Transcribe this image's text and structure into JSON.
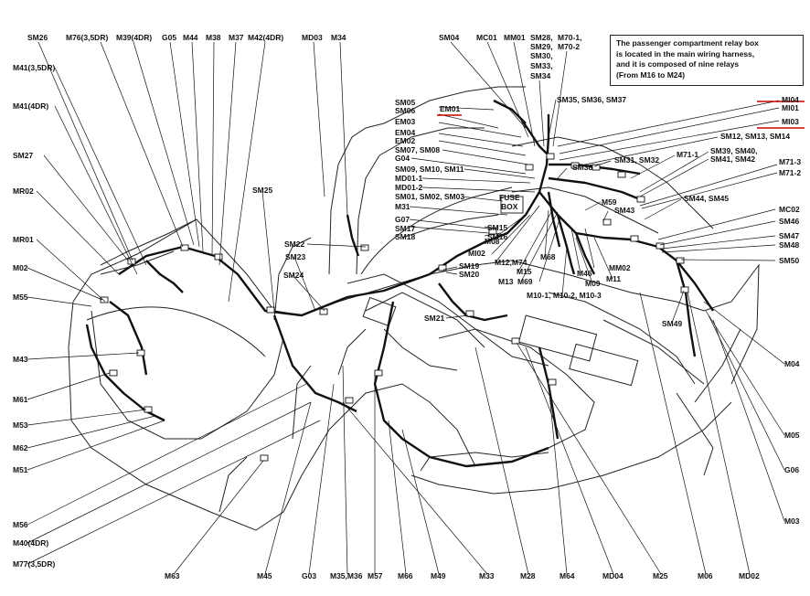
{
  "note": {
    "lines": [
      "The passenger compartment relay box",
      "is located in the main wiring harness,",
      "and it is composed of nine relays",
      "(From M16 to M24)"
    ]
  },
  "box_labels": {
    "fuse_box_1": "FUSE",
    "fuse_box_2": "BOX"
  },
  "labels": {
    "SM26": "SM26",
    "M76": "M76(3,5DR)",
    "M39": "M39(4DR)",
    "G05": "G05",
    "M44": "M44",
    "M38": "M38",
    "M37": "M37",
    "M42": "M42(4DR)",
    "MD03": "MD03",
    "M34": "M34",
    "SM04": "SM04",
    "MC01": "MC01",
    "MM01": "MM01",
    "SM28a": "SM28,",
    "SM29": "SM29,",
    "SM30": "SM30,",
    "SM33": "SM33,",
    "SM34": "SM34",
    "M70a": "M70-1,",
    "M70b": "M70-2",
    "M41_35": "M41(3,5DR)",
    "M41_4": "M41(4DR)",
    "SM05": "SM05",
    "SM06": "SM06",
    "EM01": "EM01",
    "SM35": "SM35, SM36, SM37",
    "MI04": "MI04",
    "MI01": "MI01",
    "MI03": "MI03",
    "EM03": "EM03",
    "EM04": "EM04",
    "EM02": "EM02",
    "SM12": "SM12, SM13, SM14",
    "SM07": "SM07, SM08",
    "G04": "G04",
    "SM31": "SM31, SM32",
    "M71_1": "M71-1",
    "SM39": "SM39, SM40,",
    "SM41": "SM41, SM42",
    "M71_3": "M71-3",
    "M71_2": "M71-2",
    "SM27": "SM27",
    "SM09": "SM09, SM10, SM11",
    "MD01_1": "MD01-1",
    "MD01_2": "MD01-2",
    "SM38": "SM38",
    "SM01": "SM01, SM02, SM03",
    "MR02": "MR02",
    "SM25": "SM25",
    "M31": "M31",
    "M59": "M59",
    "SM44": "SM44, SM45",
    "SM43": "SM43",
    "MC02": "MC02",
    "G07": "G07",
    "SM15": "SM15",
    "SM17": "SM17",
    "SM16": "SM16",
    "SM18": "SM18",
    "SM46": "SM46",
    "SM47": "SM47",
    "SM48": "SM48",
    "MR01": "MR01",
    "SM22": "SM22",
    "M08": "M08",
    "MI02": "MI02",
    "M12": "M12,M74",
    "M68": "M68",
    "M15": "M15",
    "M13": "M13",
    "M69": "M69",
    "SM23": "SM23",
    "SM19": "SM19",
    "SM20": "SM20",
    "M02": "M02",
    "SM50": "SM50",
    "SM24": "SM24",
    "MM02": "MM02",
    "M46": "M46",
    "M09": "M09",
    "M11": "M11",
    "M10": "M10-1, M10-2, M10-3",
    "M55": "M55",
    "SM21": "SM21",
    "SM49": "SM49",
    "M43": "M43",
    "M04": "M04",
    "M61": "M61",
    "M53": "M53",
    "M05": "M05",
    "M62": "M62",
    "G06": "G06",
    "M51": "M51",
    "M03": "M03",
    "M56": "M56",
    "M40": "M40(4DR)",
    "M77": "M77(3,5DR)",
    "M63": "M63",
    "M45": "M45",
    "G03": "G03",
    "M35": "M35,M36",
    "M57": "M57",
    "M66": "M66",
    "M49": "M49",
    "M33": "M33",
    "M28": "M28",
    "M64": "M64",
    "MD04": "MD04",
    "M25": "M25",
    "M06": "M06",
    "MD02": "MD02"
  },
  "colors": {
    "ink": "#111111",
    "highlight": "#cc0000",
    "background": "#ffffff"
  }
}
